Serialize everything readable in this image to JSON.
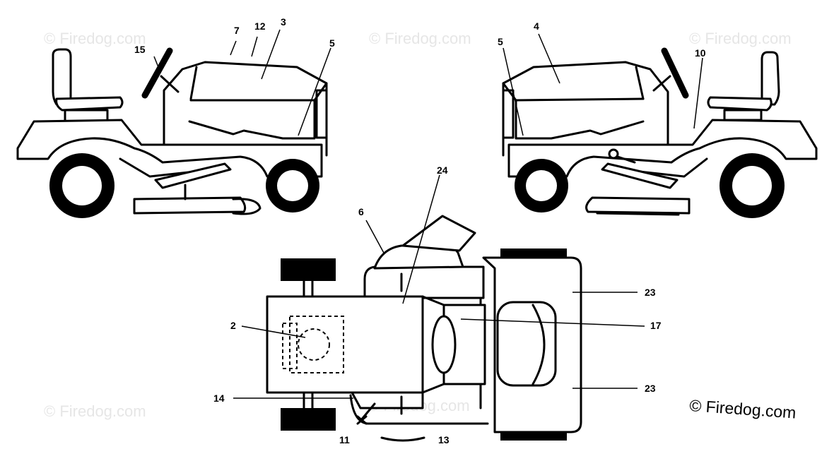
{
  "watermarks": [
    "© Firedog.com",
    "© Firedog.com",
    "© Firedog.com",
    "© Firedog.com",
    "© Firedog.com"
  ],
  "copyright": "© Firedog.com",
  "callouts": {
    "left_view": [
      "7",
      "12",
      "3",
      "15",
      "5"
    ],
    "right_view": [
      "4",
      "5",
      "10"
    ],
    "top_view": [
      "24",
      "6",
      "2",
      "14",
      "23",
      "17",
      "23"
    ],
    "partial": [
      "11",
      "13"
    ]
  }
}
